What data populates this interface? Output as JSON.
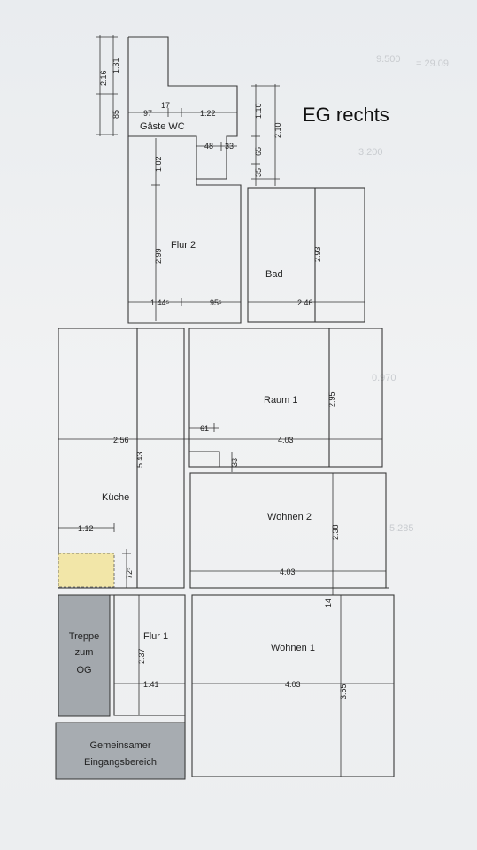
{
  "title": "EG rechts",
  "colors": {
    "wall": "#3a3a3a",
    "stair_fill": "#a3a8ad",
    "entrance_fill": "#a7acb1",
    "highlight_fill": "#f2e6a8",
    "background": "#eceef0"
  },
  "rooms": {
    "gaeste_wc": "Gäste WC",
    "flur2": "Flur 2",
    "bad": "Bad",
    "raum1": "Raum 1",
    "kueche": "Küche",
    "wohnen2": "Wohnen 2",
    "flur1": "Flur 1",
    "wohnen1": "Wohnen 1",
    "treppe_l1": "Treppe",
    "treppe_l2": "zum",
    "treppe_l3": "OG",
    "eingang_l1": "Gemeinsamer",
    "eingang_l2": "Eingangsbereich"
  },
  "dimensions": {
    "d216": "2.16",
    "d131": "1.31",
    "d85": "85",
    "d97": "97",
    "d17": "17",
    "d122": "1.22",
    "d110": "1.10",
    "d210": "2.10",
    "d48": "48",
    "d33a": "33",
    "d65": "65",
    "d35": "35",
    "d102": "1.02",
    "d299": "2.99",
    "d293": "2.93",
    "d144": "1.44⁵",
    "d95": "95⁵",
    "d246": "2.46",
    "d295": "2.95",
    "d256": "2.56",
    "d61": "61",
    "d403a": "4.03",
    "d33b": "33",
    "d543": "5.43",
    "d112": "1.12",
    "d72": "72⁵",
    "d238": "2.38",
    "d403b": "4.03",
    "d14": "14",
    "d237": "2.37",
    "d141": "1.41",
    "d403c": "4.03",
    "d355": "3.55"
  }
}
